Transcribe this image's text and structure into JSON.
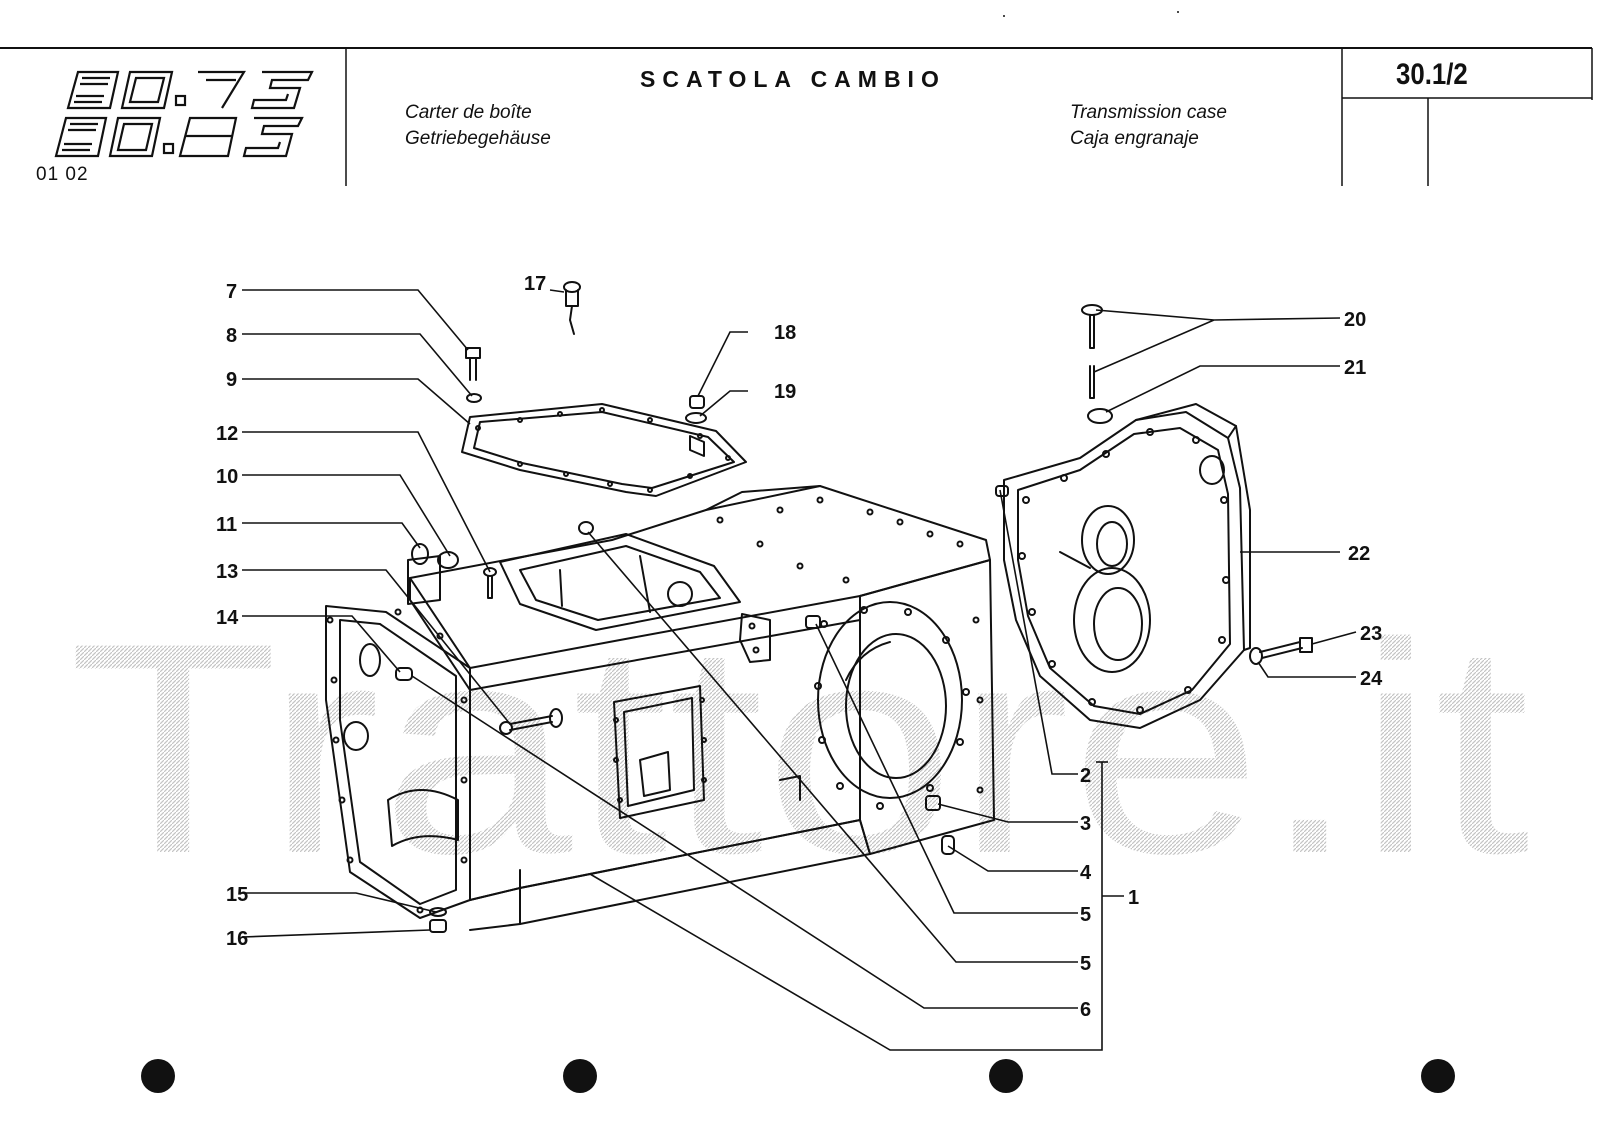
{
  "header": {
    "model_lines": [
      "80.75",
      "80.85"
    ],
    "model_code": "01 02",
    "title": "SCATOLA CAMBIO",
    "subtitle_fr": "Carter de boîte",
    "subtitle_de": "Getriebegehäuse",
    "subtitle_en": "Transmission case",
    "subtitle_es": "Caja engranaje",
    "page_ref": "30.1/2"
  },
  "watermark": "Trattore.it",
  "callouts": [
    "1",
    "2",
    "3",
    "4",
    "5",
    "5",
    "6",
    "7",
    "8",
    "9",
    "10",
    "11",
    "12",
    "13",
    "14",
    "15",
    "16",
    "17",
    "18",
    "19",
    "20",
    "21",
    "22",
    "23",
    "24"
  ],
  "colors": {
    "ink": "#111111",
    "watermark": "#c8c8c8"
  }
}
